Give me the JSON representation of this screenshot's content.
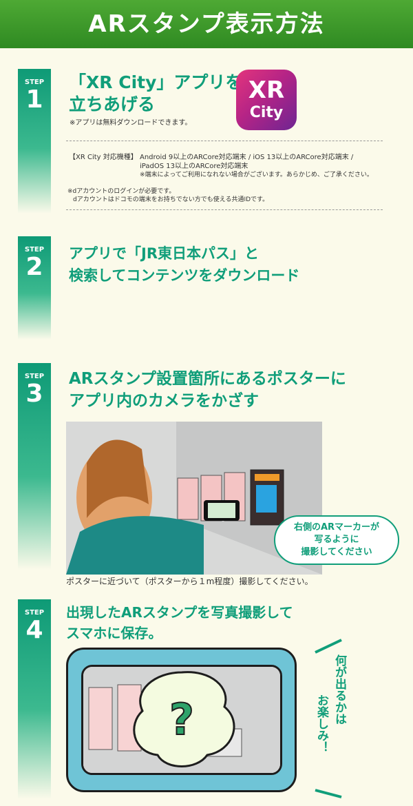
{
  "header": {
    "title": "ARスタンプ表示方法"
  },
  "steps": [
    {
      "label": "STEP",
      "num": "1",
      "title_l1": "「XR City」アプリを",
      "title_l2": "立ちあげる",
      "note": "※アプリは無料ダウンロードできます。"
    },
    {
      "label": "STEP",
      "num": "2",
      "title_l1": "アプリで「JR東日本パス」と",
      "title_l2": "検索してコンテンツをダウンロード"
    },
    {
      "label": "STEP",
      "num": "3",
      "title_l1": "ARスタンプ設置箇所にあるポスターに",
      "title_l2": "アプリ内のカメラをかざす",
      "caption": "ポスターに近づいて（ポスターから１m程度）撮影してください。"
    },
    {
      "label": "STEP",
      "num": "4",
      "title_l1": "出現したARスタンプを写真撮影して",
      "title_l2": "スマホに保存。"
    }
  ],
  "app_icon": {
    "line1": "XR",
    "line2": "City"
  },
  "devices": {
    "label": "【XR City 対応機種】",
    "line1": "Android 9以上のARCore対応端末 / iOS 13以上のARCore対応端末 /",
    "line2": "iPadOS 13以上のARCore対応端末",
    "line3": "※端末によってご利用になれない場合がございます。あらかじめ、ご了承ください。"
  },
  "account_note": {
    "line1": "※dアカウントのログインが必要です。",
    "line2": "dアカウントはドコモの端末をお持ちでない方でも使える共通IDです。"
  },
  "bubble": {
    "l1": "右側のARマーカーが",
    "l2": "写るように",
    "l3": "撮影してください"
  },
  "mystery": {
    "symbol": "?"
  },
  "side_text": {
    "col1": "何が出るかは",
    "col2": "お楽しみ！"
  }
}
